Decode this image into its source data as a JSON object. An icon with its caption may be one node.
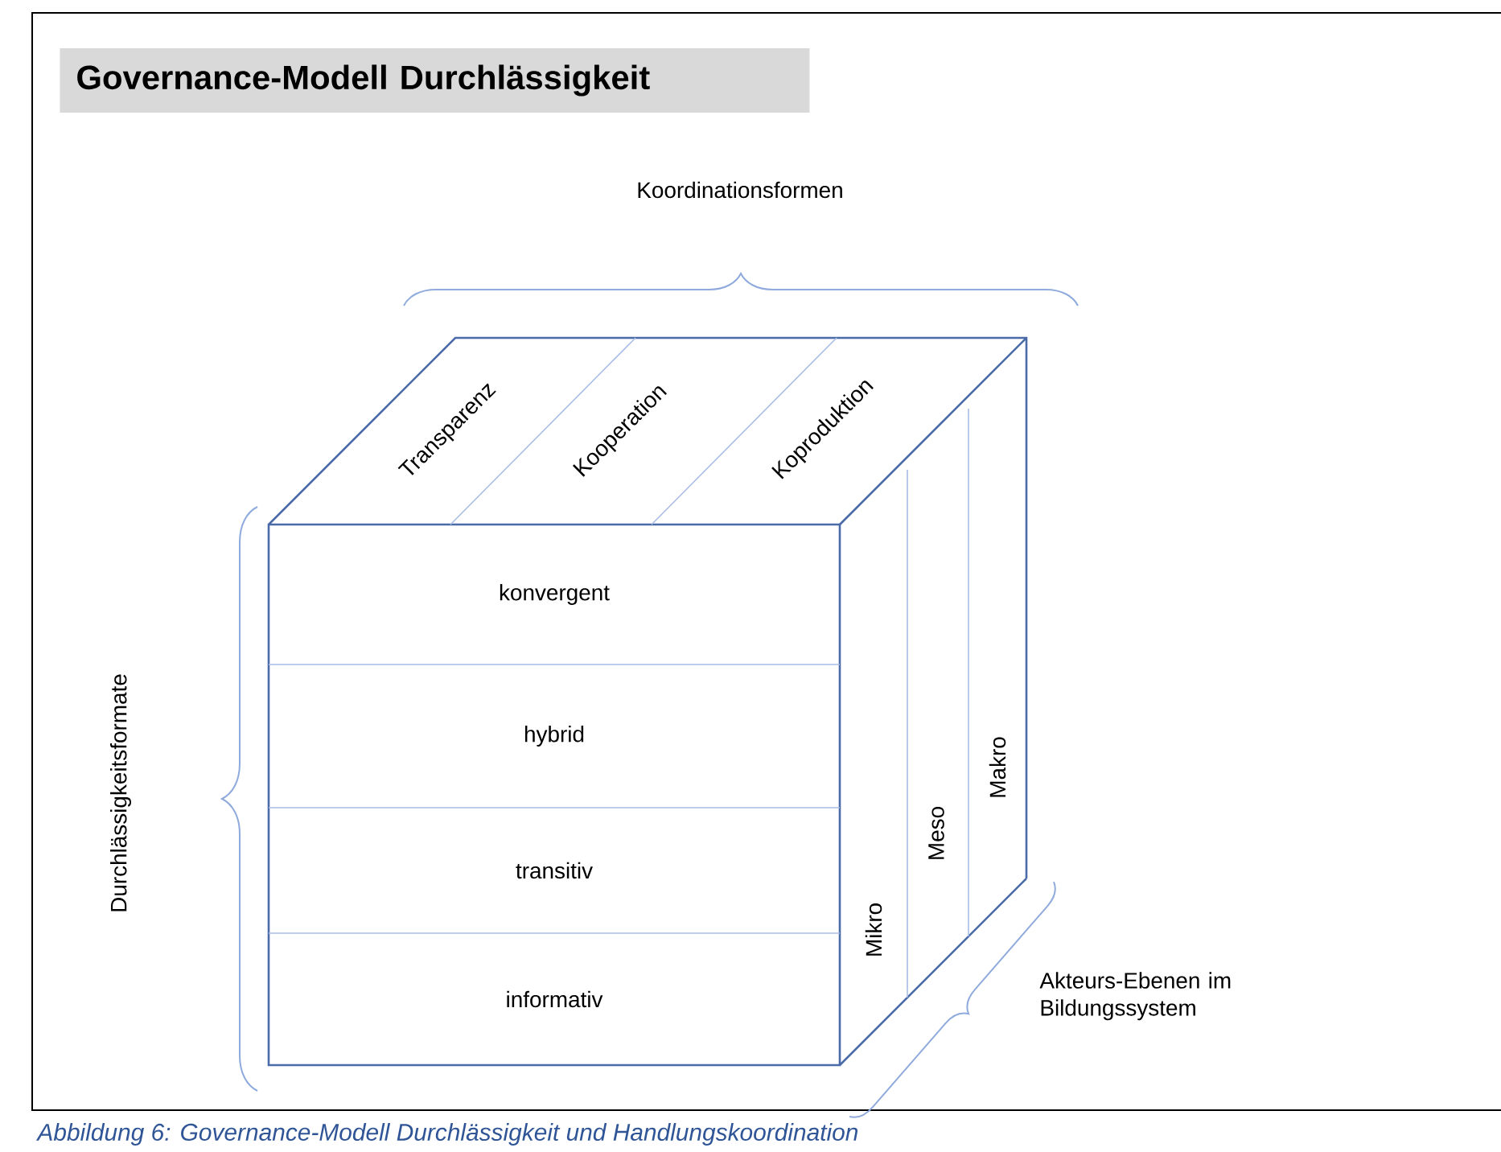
{
  "diagram": {
    "title": "Governance-Modell Durchlässigkeit",
    "caption": "Abbildung 6: Governance-Modell Durchlässigkeit und Handlungskoordination",
    "nodes": [
      {
        "text": [
          "Transparenz"
        ]
      },
      {
        "text": [
          "Kooperation"
        ]
      },
      {
        "text": [
          "Koproduktion"
        ]
      },
      {
        "text": [
          "konvergent"
        ]
      },
      {
        "text": [
          "hybrid"
        ]
      },
      {
        "text": [
          "transitiv"
        ]
      },
      {
        "text": [
          "informativ"
        ]
      },
      {
        "text": [
          "Mikro"
        ]
      },
      {
        "text": [
          "Meso"
        ]
      },
      {
        "text": [
          "Makro"
        ]
      }
    ],
    "labels": [
      "Koordinationsformen",
      "Durchlässigkeitsformate",
      "Akteurs-Ebenen im Bildungssystem"
    ]
  }
}
